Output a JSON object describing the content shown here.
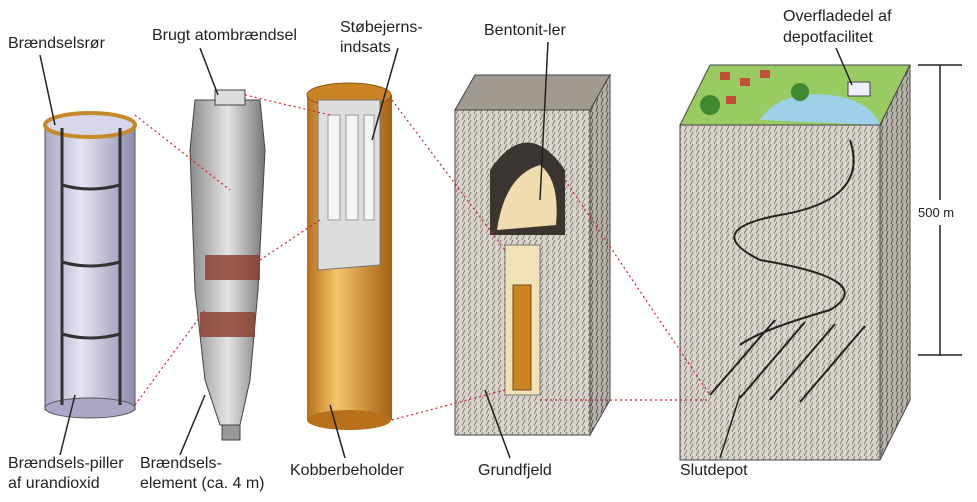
{
  "labels": {
    "fuel_tube": "Brændselsrør",
    "spent_fuel": "Brugt atombrændsel",
    "cast_iron_insert_1": "Støbejerns-",
    "cast_iron_insert_2": "indsats",
    "bentonite": "Bentonit-ler",
    "surface_1": "Overfladedel af",
    "surface_2": "depotfacilitet",
    "depth": "500 m",
    "pellets_1": "Brændsels-piller",
    "pellets_2": "af urandioxid",
    "element_1": "Brændsels-",
    "element_2": "element (ca. 4 m)",
    "copper_canister": "Kobberbeholder",
    "bedrock": "Grundfjeld",
    "repository": "Slutdepot"
  },
  "colors": {
    "connector": "#cc2222",
    "copper": "#d9902a",
    "rod": "#c9c6e0",
    "rock": "#8a8478",
    "grass": "#8cc055",
    "water": "#9fd0ea"
  }
}
